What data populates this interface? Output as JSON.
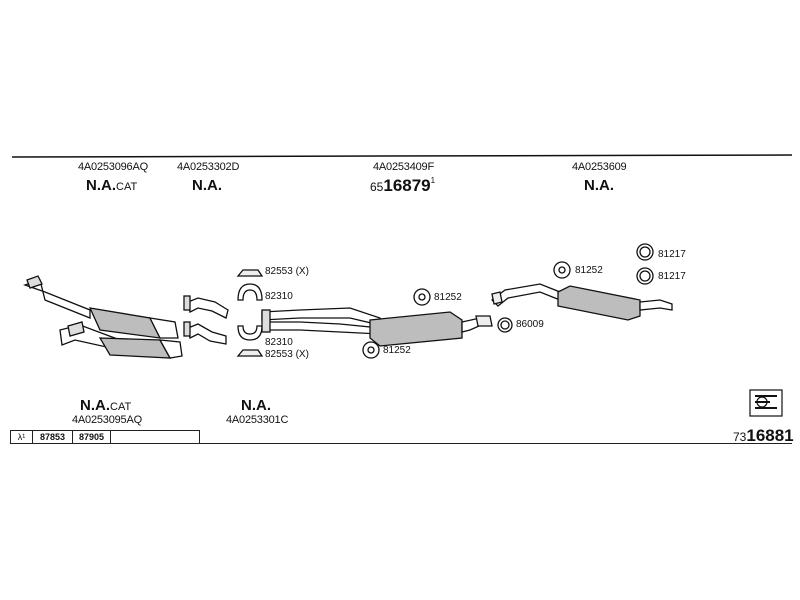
{
  "top_parts": [
    {
      "part_no": "4A0253096AQ",
      "status": "N.A.",
      "suffix": "CAT"
    },
    {
      "part_no": "4A0253302D",
      "status": "N.A.",
      "suffix": ""
    },
    {
      "part_no": "4A0253409F",
      "ref_prefix": "65",
      "ref_main": "16879",
      "ref_sup": "1"
    },
    {
      "part_no": "4A0253609",
      "status": "N.A.",
      "suffix": ""
    }
  ],
  "bottom_parts": [
    {
      "part_no": "4A0253095AQ",
      "status": "N.A.",
      "suffix": "CAT"
    },
    {
      "part_no": "4A0253301C",
      "status": "N.A.",
      "suffix": ""
    }
  ],
  "component_labels": {
    "clamp_top_seal": "82553 (X)",
    "clamp_top": "82310",
    "clamp_bottom": "82310",
    "clamp_bottom_seal": "82553 (X)",
    "mount_upper_mid": "81252",
    "mount_lower_mid": "81252",
    "gasket_ring": "86009",
    "mount_rear": "81252",
    "rear_ring_1": "81217",
    "rear_ring_2": "81217"
  },
  "lambda_table": {
    "symbol": "λ¹",
    "cells": [
      "87853",
      "87905",
      ""
    ]
  },
  "catalog_ref": {
    "prefix": "73",
    "number": "16881"
  },
  "colors": {
    "line": "#111111",
    "fill": "#ffffff",
    "shade": "#bdbdbd"
  }
}
